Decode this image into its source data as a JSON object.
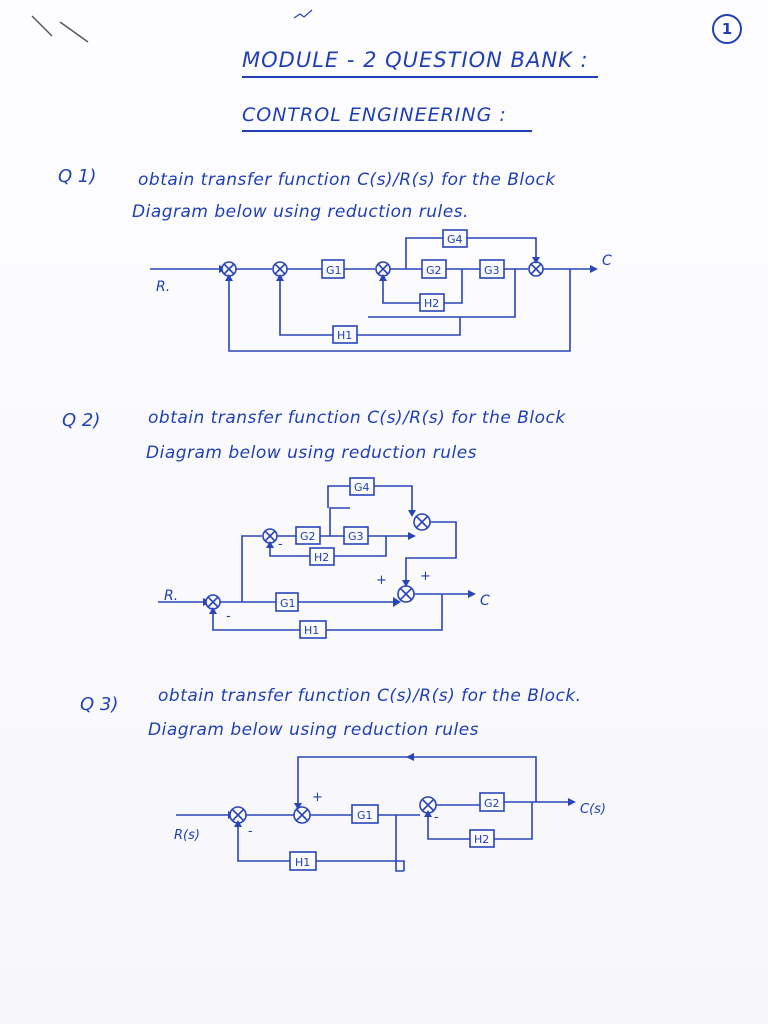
{
  "page": {
    "number": "1",
    "title": "MODULE - 2 QUESTION BANK :",
    "subtitle": "CONTROL ENGINEERING :"
  },
  "questions": [
    {
      "label": "Q 1)",
      "line1": "obtain transfer function C(s)/R(s) for the Block",
      "line2": "Diagram below using reduction rules."
    },
    {
      "label": "Q 2)",
      "line1": "obtain transfer function C(s)/R(s) for the Block",
      "line2": "Diagram below using reduction rules"
    },
    {
      "label": "Q 3)",
      "line1": "obtain transfer function C(s)/R(s) for the Block.",
      "line2": "Diagram below using reduction rules"
    }
  ],
  "diagram1": {
    "input": "R.",
    "output": "C",
    "blocks": [
      "G1",
      "G2",
      "G3",
      "G4",
      "H1",
      "H2"
    ]
  },
  "diagram2": {
    "input": "R.",
    "output": "C",
    "blocks": [
      "G1",
      "G2",
      "G3",
      "G4",
      "H1",
      "H2"
    ],
    "signs": [
      "+",
      "+",
      "-",
      "-"
    ]
  },
  "diagram3": {
    "input": "R(s)",
    "output": "C(s)",
    "blocks": [
      "G1",
      "G2",
      "H1",
      "H2"
    ],
    "signs": [
      "+",
      "-",
      "-"
    ]
  },
  "colors": {
    "ink": "#1f3fb3",
    "paper": "#fbfbfd"
  }
}
